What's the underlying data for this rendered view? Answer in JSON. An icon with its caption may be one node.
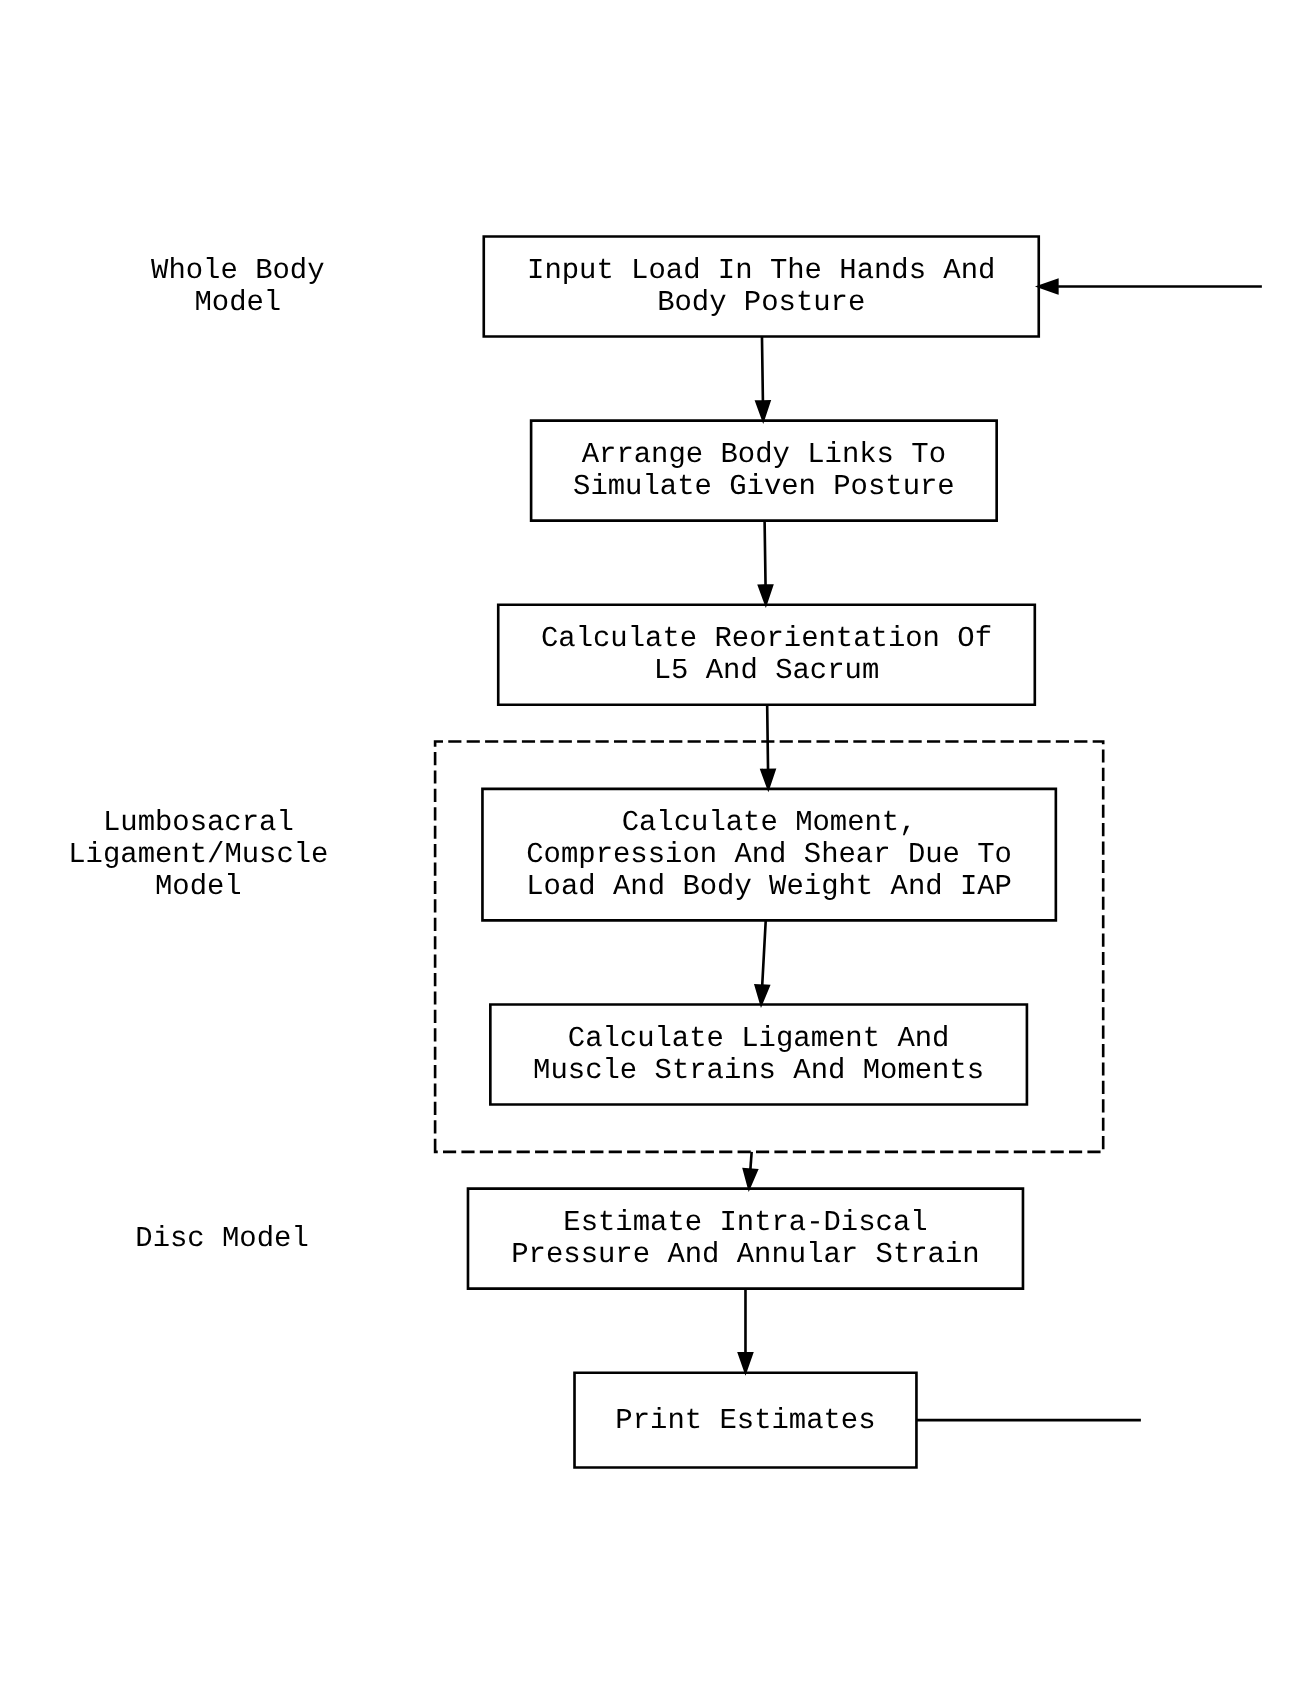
{
  "diagram": {
    "nodes": [
      {
        "text": [
          "Input Load In The Hands And Body Posture"
        ]
      },
      {
        "text": [
          "Arrange Body Links To Simulate Given Posture"
        ]
      },
      {
        "text": [
          "Calculate Reorientation Of L5 And Sacrum"
        ]
      },
      {
        "text": [],
        "shape": "box"
      },
      {
        "text": [
          "Calculate Moment, Compression And Shear Due To Load And Body Weight And IAP"
        ],
        "in": 3
      },
      {
        "text": [
          "Calculate Ligament And Muscle Strains And Moments"
        ],
        "in": 3
      },
      {
        "text": [
          "Estimate Intra-Discal Pressure And Annular Strain"
        ]
      },
      {
        "text": [
          "Print Estimates"
        ]
      }
    ],
    "edges": [
      {
        "from": 0,
        "to": 1,
        "arrow": "to"
      },
      {
        "from": 1,
        "to": 2,
        "arrow": "to"
      },
      {
        "from": 2,
        "to": 4,
        "arrow": "to"
      },
      {
        "from": 4,
        "to": 5,
        "arrow": "to"
      },
      {
        "from": 5,
        "to": 6,
        "arrow": "to"
      },
      {
        "from": 6,
        "to": 7,
        "arrow": "to"
      },
      {
        "from": 7,
        "to": null,
        "arrow": "none"
      },
      {
        "from": null,
        "to": 0,
        "arrow": "to"
      }
    ],
    "labels": [
      "Whole Body Model",
      "Lumbosacral Ligament/Muscle Model",
      "Disc Model"
    ]
  }
}
